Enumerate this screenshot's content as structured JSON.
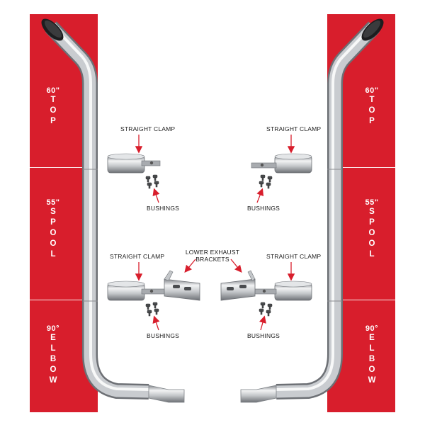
{
  "colors": {
    "band_red": "#d81e2c",
    "chrome": "#b9bcc0",
    "arrow_red": "#d81e2c"
  },
  "left_band": {
    "segments": [
      {
        "num": "60\"",
        "word": "TOP"
      },
      {
        "num": "55\"",
        "word": "SPOOL"
      },
      {
        "num": "90°",
        "word": "ELBOW"
      }
    ]
  },
  "right_band": {
    "segments": [
      {
        "num": "60\"",
        "word": "TOP"
      },
      {
        "num": "55\"",
        "word": "SPOOL"
      },
      {
        "num": "90°",
        "word": "ELBOW"
      }
    ]
  },
  "labels": {
    "straight_clamp": "STRAIGHT CLAMP",
    "bushings": "BUSHINGS",
    "lower_exhaust_brackets_line1": "LOWER EXHAUST",
    "lower_exhaust_brackets_line2": "BRACKETS"
  }
}
